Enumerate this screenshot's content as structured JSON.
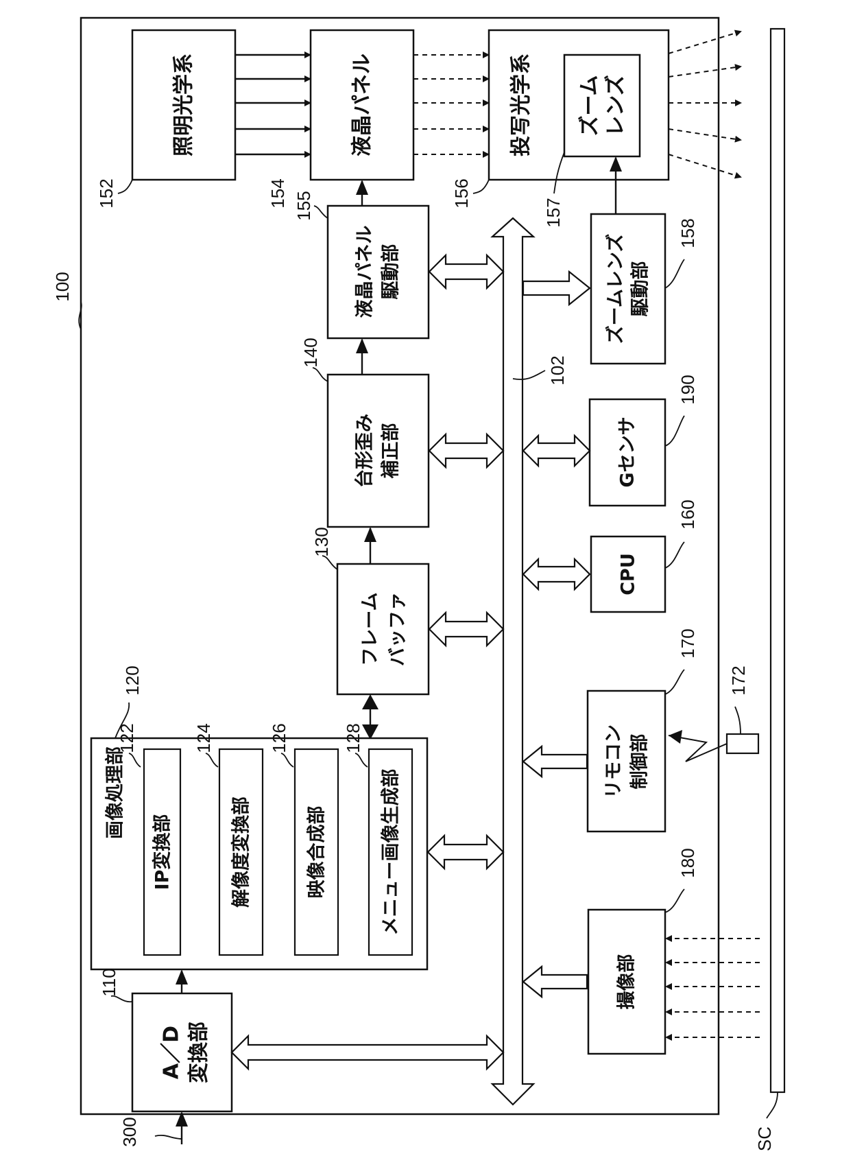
{
  "labels": {
    "illum": "照明光学系",
    "lcd_panel": "液晶パネル",
    "proj": "投写光学系",
    "zoom_lens_1": "ズーム",
    "zoom_lens_2": "レンズ",
    "lcd_drv_1": "液晶パネル",
    "lcd_drv_2": "駆動部",
    "zoom_drv_1": "ズームレンズ",
    "zoom_drv_2": "駆動部",
    "keystone_1": "台形歪み",
    "keystone_2": "補正部",
    "gsensor": "Gセンサ",
    "cpu": "CPU",
    "frame_1": "フレーム",
    "frame_2": "バッファ",
    "remote_1": "リモコン",
    "remote_2": "制御部",
    "img_proc": "画像処理部",
    "ip": "IP変換部",
    "reso": "解像度変換部",
    "composite": "映像合成部",
    "menu": "メニュー画像生成部",
    "ad_1": "A／D",
    "ad_2": "変換部",
    "imaging": "撮像部"
  },
  "refs": {
    "r100": "100",
    "r102": "102",
    "r110": "110",
    "r120": "120",
    "r122": "122",
    "r124": "124",
    "r126": "126",
    "r128": "128",
    "r130": "130",
    "r140": "140",
    "r152": "152",
    "r154": "154",
    "r155": "155",
    "r156": "156",
    "r157": "157",
    "r158": "158",
    "r160": "160",
    "r170": "170",
    "r172": "172",
    "r180": "180",
    "r190": "190",
    "r300": "300",
    "rSC": "SC"
  }
}
